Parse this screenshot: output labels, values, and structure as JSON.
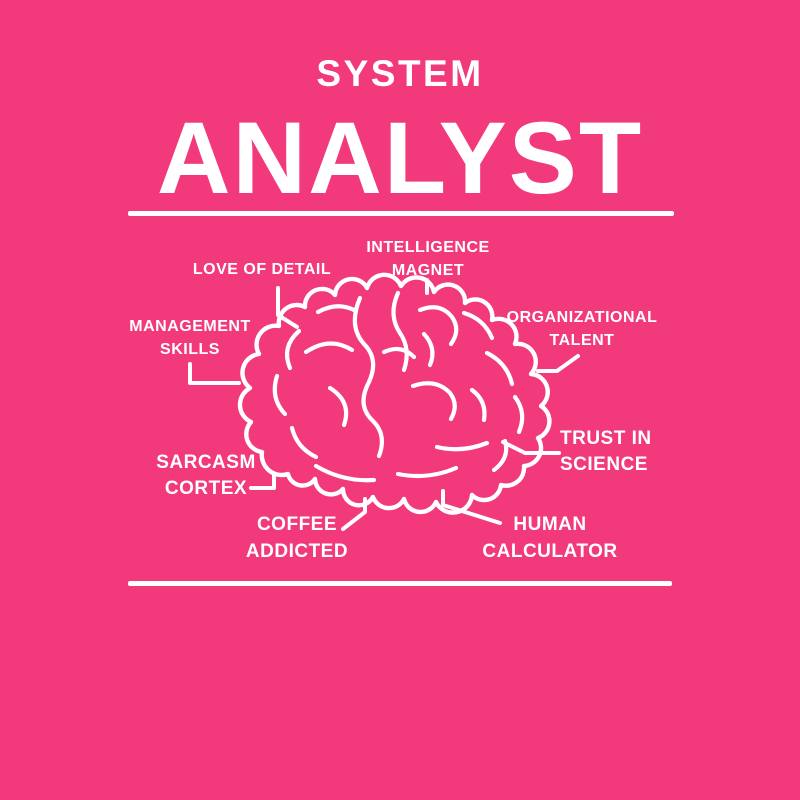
{
  "poster": {
    "title": {
      "line1": "SYSTEM",
      "line2": "ANALYST"
    },
    "brain_labels": {
      "love_of_detail": "LOVE OF DETAIL",
      "intelligence_magnet": "INTELLIGENCE\nMAGNET",
      "organizational_talent": "ORGANIZATIONAL\nTALENT",
      "management_skills": "MANAGEMENT\nSKILLS",
      "sarcasm_cortex": "SARCASM\nCORTEX",
      "trust_in_science": "TRUST IN\nSCIENCE",
      "coffee_addicted": "COFFEE\nADDICTED",
      "human_calculator": "HUMAN\nCALCULATOR"
    },
    "illustration": "brain-line-art",
    "colors": {
      "background": "#F1397C",
      "foreground": "#FFFFFF"
    }
  }
}
